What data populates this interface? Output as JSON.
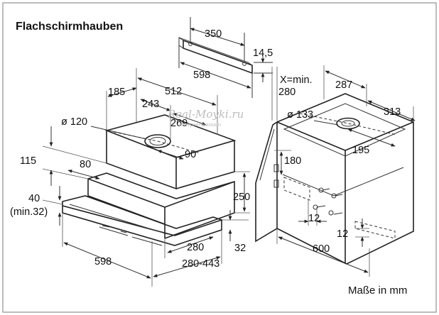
{
  "title": "Flachschirmhauben",
  "units_note": "Maße in mm",
  "watermark": {
    "main": "Real-Moyki.ru",
    "sub": "Интернет-магазин"
  },
  "bar_part": {
    "width_top": "350",
    "width_bottom": "598",
    "thickness": "14,5"
  },
  "hood": {
    "depth_total": "185",
    "depth_body": "512",
    "offset_243": "243",
    "offset_269": "269",
    "duct_diameter": "ø 120",
    "duct_offset": "90",
    "front_80": "80",
    "height_115": "115",
    "height_40": "40",
    "min_height": "(min.32)",
    "width_598": "598",
    "depth_280": "280",
    "depth_range": "280-443",
    "height_250": "250",
    "bottom_32": "32"
  },
  "cabinet": {
    "clearance_label": "X=min.",
    "clearance_value": "280",
    "depth_287": "287",
    "depth_313": "313",
    "duct_diameter": "ø 133",
    "offset_195": "195",
    "height_180": "180",
    "screw_12a": "12",
    "screw_12b": "12",
    "width_600": "600"
  }
}
